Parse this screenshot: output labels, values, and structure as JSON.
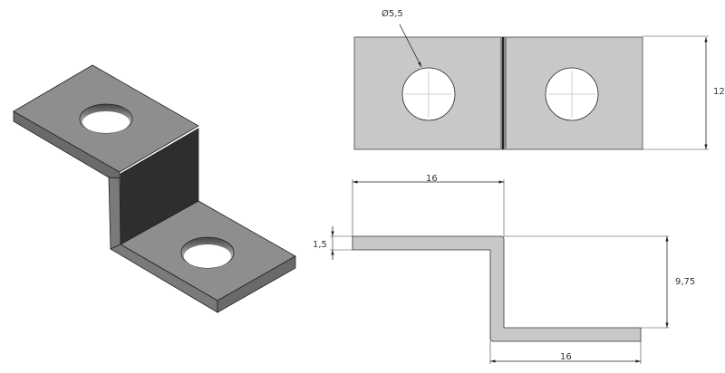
{
  "drawing": {
    "top_view": {
      "hole_diameter_label": "Ø5,5",
      "width_label": "12"
    },
    "side_view": {
      "top_flange_length_label": "16",
      "bottom_flange_length_label": "16",
      "thickness_label": "1,5",
      "offset_height_label": "9,75"
    }
  },
  "colors": {
    "part_fill": "#c8c8c8",
    "iso_face": "#8e8e8e",
    "iso_dark_face": "#2e2e2e",
    "line": "#333333"
  }
}
